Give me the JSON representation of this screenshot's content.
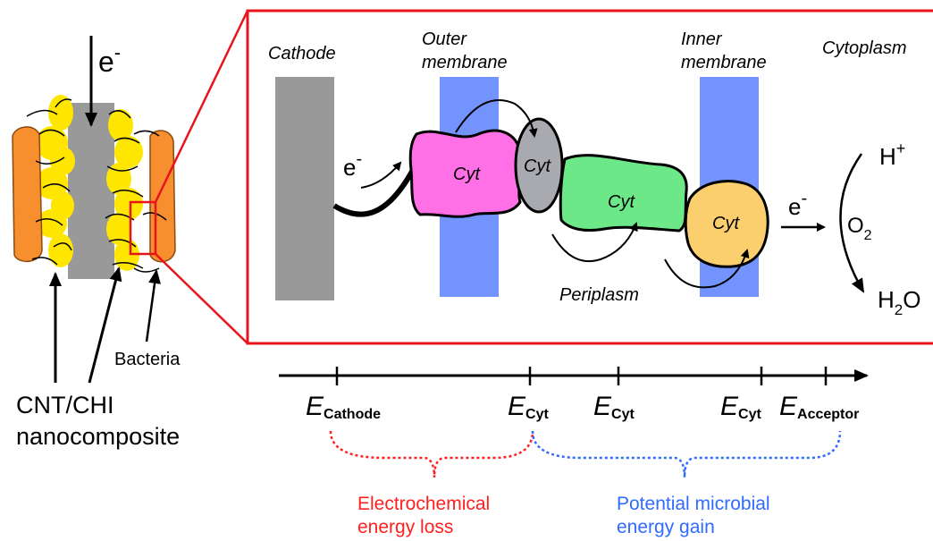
{
  "colors": {
    "frame_red": "#e8141b",
    "membrane_blue": "#7394ff",
    "cathode_gray": "#999999",
    "cyt_magenta": "#ff6fe6",
    "cyt_gray": "#a9a9b0",
    "cyt_green": "#6ce888",
    "cyt_orange": "#fbcf6e",
    "bacteria_orange": "#f78f2f",
    "cnt_yellow": "#ffe600",
    "loss_red": "#ff2020",
    "gain_blue": "#2f6bff"
  },
  "left": {
    "electron_label": "e",
    "electron_sup": "-",
    "bacteria_label": "Bacteria",
    "composite_line1": "CNT/CHI",
    "composite_line2": "nanocomposite"
  },
  "zoom": {
    "cathode": "Cathode",
    "outer_membrane_1": "Outer",
    "outer_membrane_2": "membrane",
    "inner_membrane_1": "Inner",
    "inner_membrane_2": "membrane",
    "cytoplasm": "Cytoplasm",
    "periplasm": "Periplasm",
    "cyt": "Cyt",
    "e_in": "e",
    "e_out": "e",
    "e_sup": "-",
    "h_plus": "H",
    "h_sup": "+",
    "o2": "O",
    "o2_sub": "2",
    "h2o_h": "H",
    "h2o_2": "2",
    "h2o_o": "O"
  },
  "axis": {
    "e": "E",
    "cathode_sub": "Cathode",
    "cyt_sub": "Cyt",
    "acceptor_sub": "Acceptor"
  },
  "braces": {
    "loss_line1": "Electrochemical",
    "loss_line2": "energy loss",
    "gain_line1": "Potential microbial",
    "gain_line2": "energy gain"
  }
}
